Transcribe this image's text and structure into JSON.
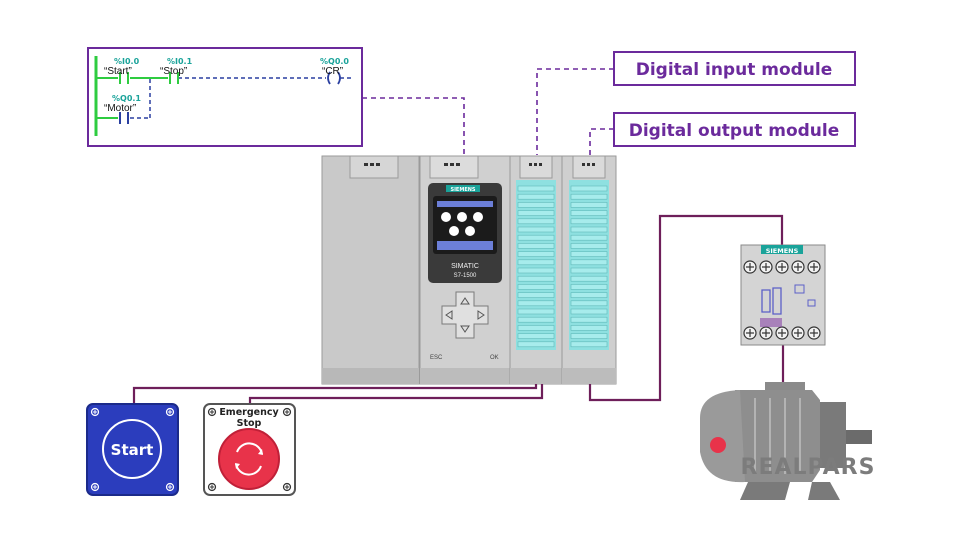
{
  "ladder": {
    "contacts": [
      {
        "address": "%I0.0",
        "tag": "“Start”"
      },
      {
        "address": "%I0.1",
        "tag": "“Stop”"
      },
      {
        "address": "%Q0.0",
        "tag": "“CR”"
      },
      {
        "address": "%Q0.1",
        "tag": "“Motor”"
      }
    ]
  },
  "callouts": {
    "input_module": "Digital input module",
    "output_module": "Digital output module"
  },
  "plc": {
    "brand": "SIEMENS",
    "model_line1": "SIMATIC",
    "model_line2": "S7-1500",
    "esc_label": "ESC",
    "ok_label": "OK"
  },
  "relay": {
    "brand": "SIEMENS"
  },
  "buttons": {
    "start_label": "Start",
    "estop_label_line1": "Emergency",
    "estop_label_line2": "Stop"
  },
  "logo": {
    "text": "REALPARS"
  },
  "colors": {
    "accent_purple": "#6b2a9c",
    "wire": "#6e1f5a",
    "ladder_green": "#2ecc40",
    "ladder_teal": "#1aa39a",
    "start_blue": "#2b3dbd",
    "estop_red": "#e8334a",
    "module_teal": "#8ee0e0"
  }
}
